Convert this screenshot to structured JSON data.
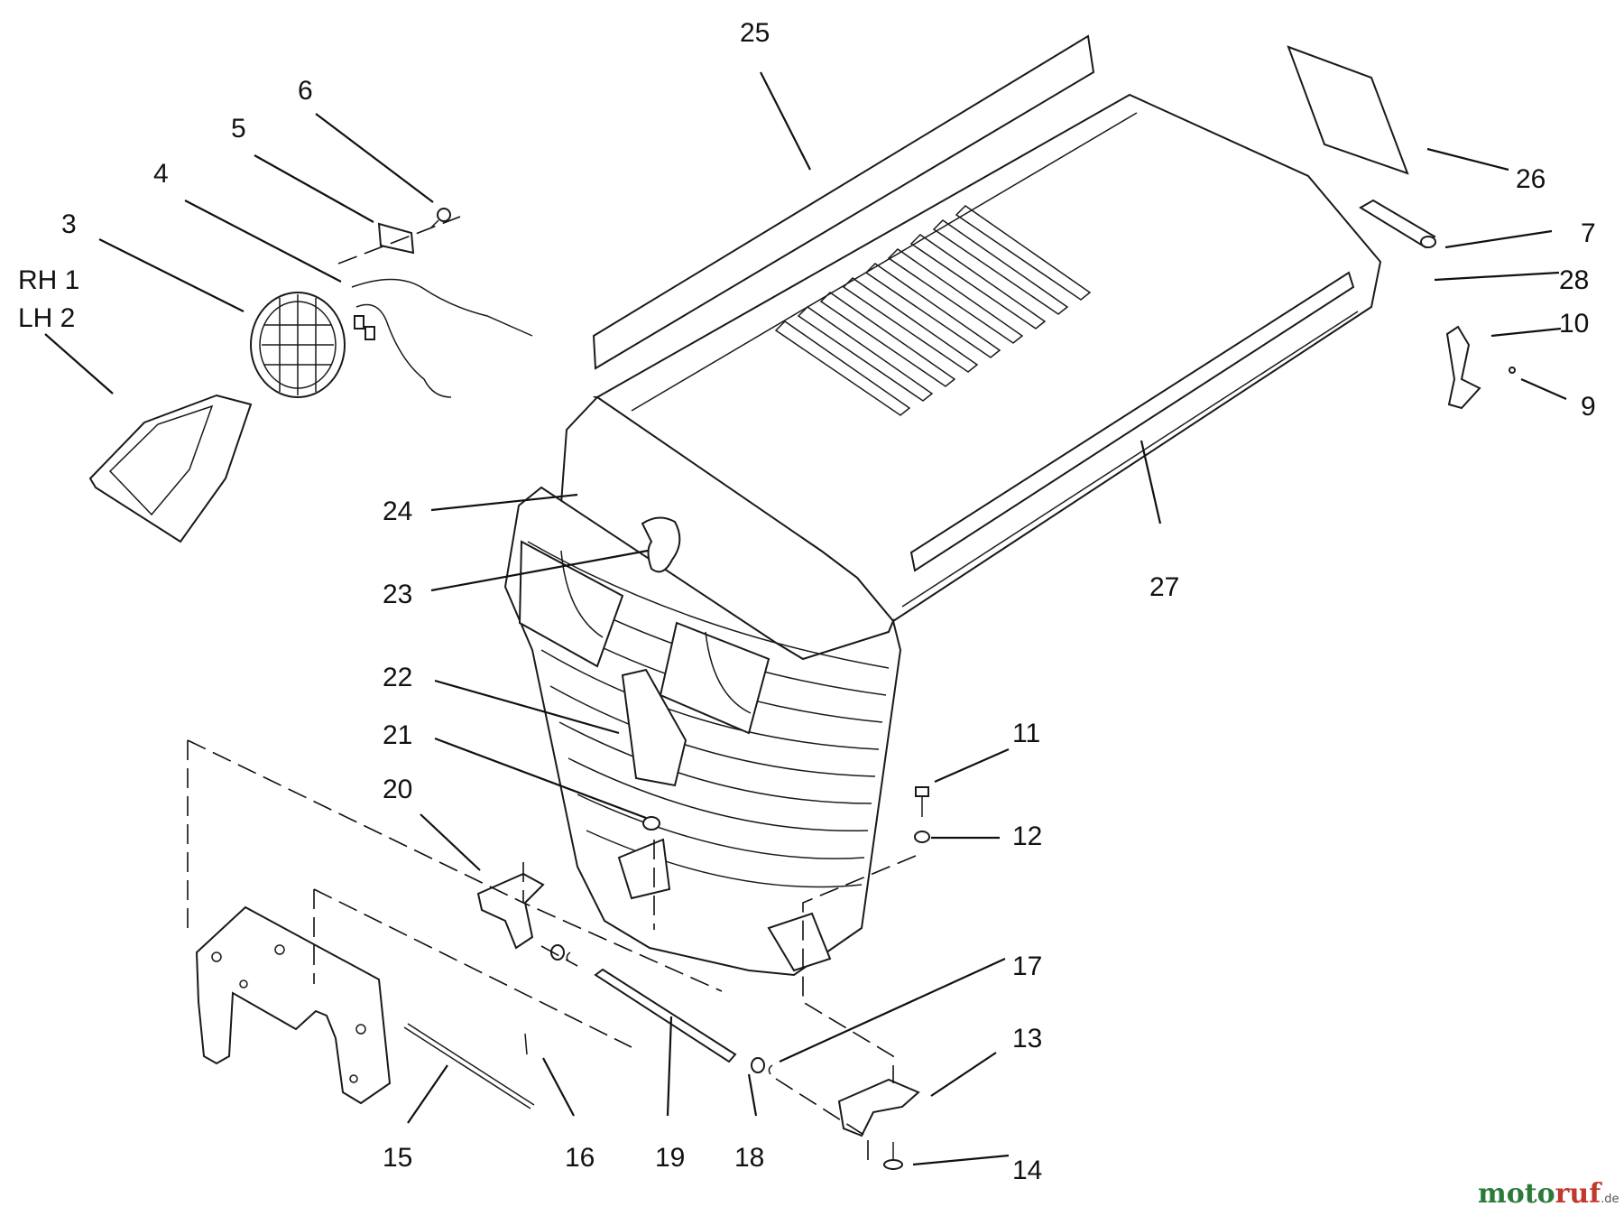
{
  "labels": {
    "p1": "RH 1",
    "p2": "LH 2",
    "p3": "3",
    "p4": "4",
    "p5": "5",
    "p6": "6",
    "p7": "7",
    "p9": "9",
    "p10": "10",
    "p11": "11",
    "p12": "12",
    "p13": "13",
    "p14": "14",
    "p15": "15",
    "p16": "16",
    "p17": "17",
    "p18": "18",
    "p19": "19",
    "p20": "20",
    "p21": "21",
    "p22": "22",
    "p23": "23",
    "p24": "24",
    "p25": "25",
    "p26": "26",
    "p27": "27",
    "p28": "28"
  },
  "watermark": {
    "part1": "moto",
    "part2": "ruf",
    "suffix": ".de"
  },
  "colors": {
    "line": "#111111",
    "watermark_green": "#2c7a3a",
    "watermark_red": "#c0392b"
  }
}
